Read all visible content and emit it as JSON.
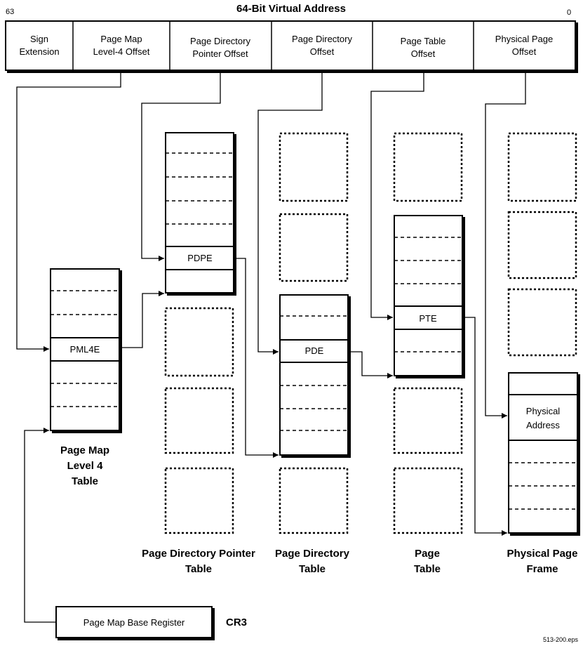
{
  "header": {
    "title": "64-Bit Virtual Address",
    "bit_high": "63",
    "bit_low": "0"
  },
  "address_fields": [
    {
      "line1": "Sign",
      "line2": "Extension"
    },
    {
      "line1": "Page Map",
      "line2": "Level-4 Offset"
    },
    {
      "line1": "Page Directory",
      "line2": "Pointer Offset"
    },
    {
      "line1": "Page Directory",
      "line2": "Offset"
    },
    {
      "line1": "Page Table",
      "line2": "Offset"
    },
    {
      "line1": "Physical Page",
      "line2": "Offset"
    }
  ],
  "tables": {
    "pml4": {
      "entry": "PML4E",
      "caption": [
        "Page Map",
        "Level 4",
        "Table"
      ]
    },
    "pdp": {
      "entry": "PDPE",
      "caption": [
        "Page Directory Pointer",
        "Table"
      ]
    },
    "pd": {
      "entry": "PDE",
      "caption": [
        "Page Directory",
        "Table"
      ]
    },
    "pt": {
      "entry": "PTE",
      "caption": [
        "Page",
        "Table"
      ]
    },
    "page": {
      "entry": [
        "Physical",
        "Address"
      ],
      "caption": [
        "Physical Page",
        "Frame"
      ]
    }
  },
  "register": {
    "label": "Page Map Base Register",
    "name": "CR3"
  },
  "footer": {
    "file_tag": "513-200.eps"
  }
}
